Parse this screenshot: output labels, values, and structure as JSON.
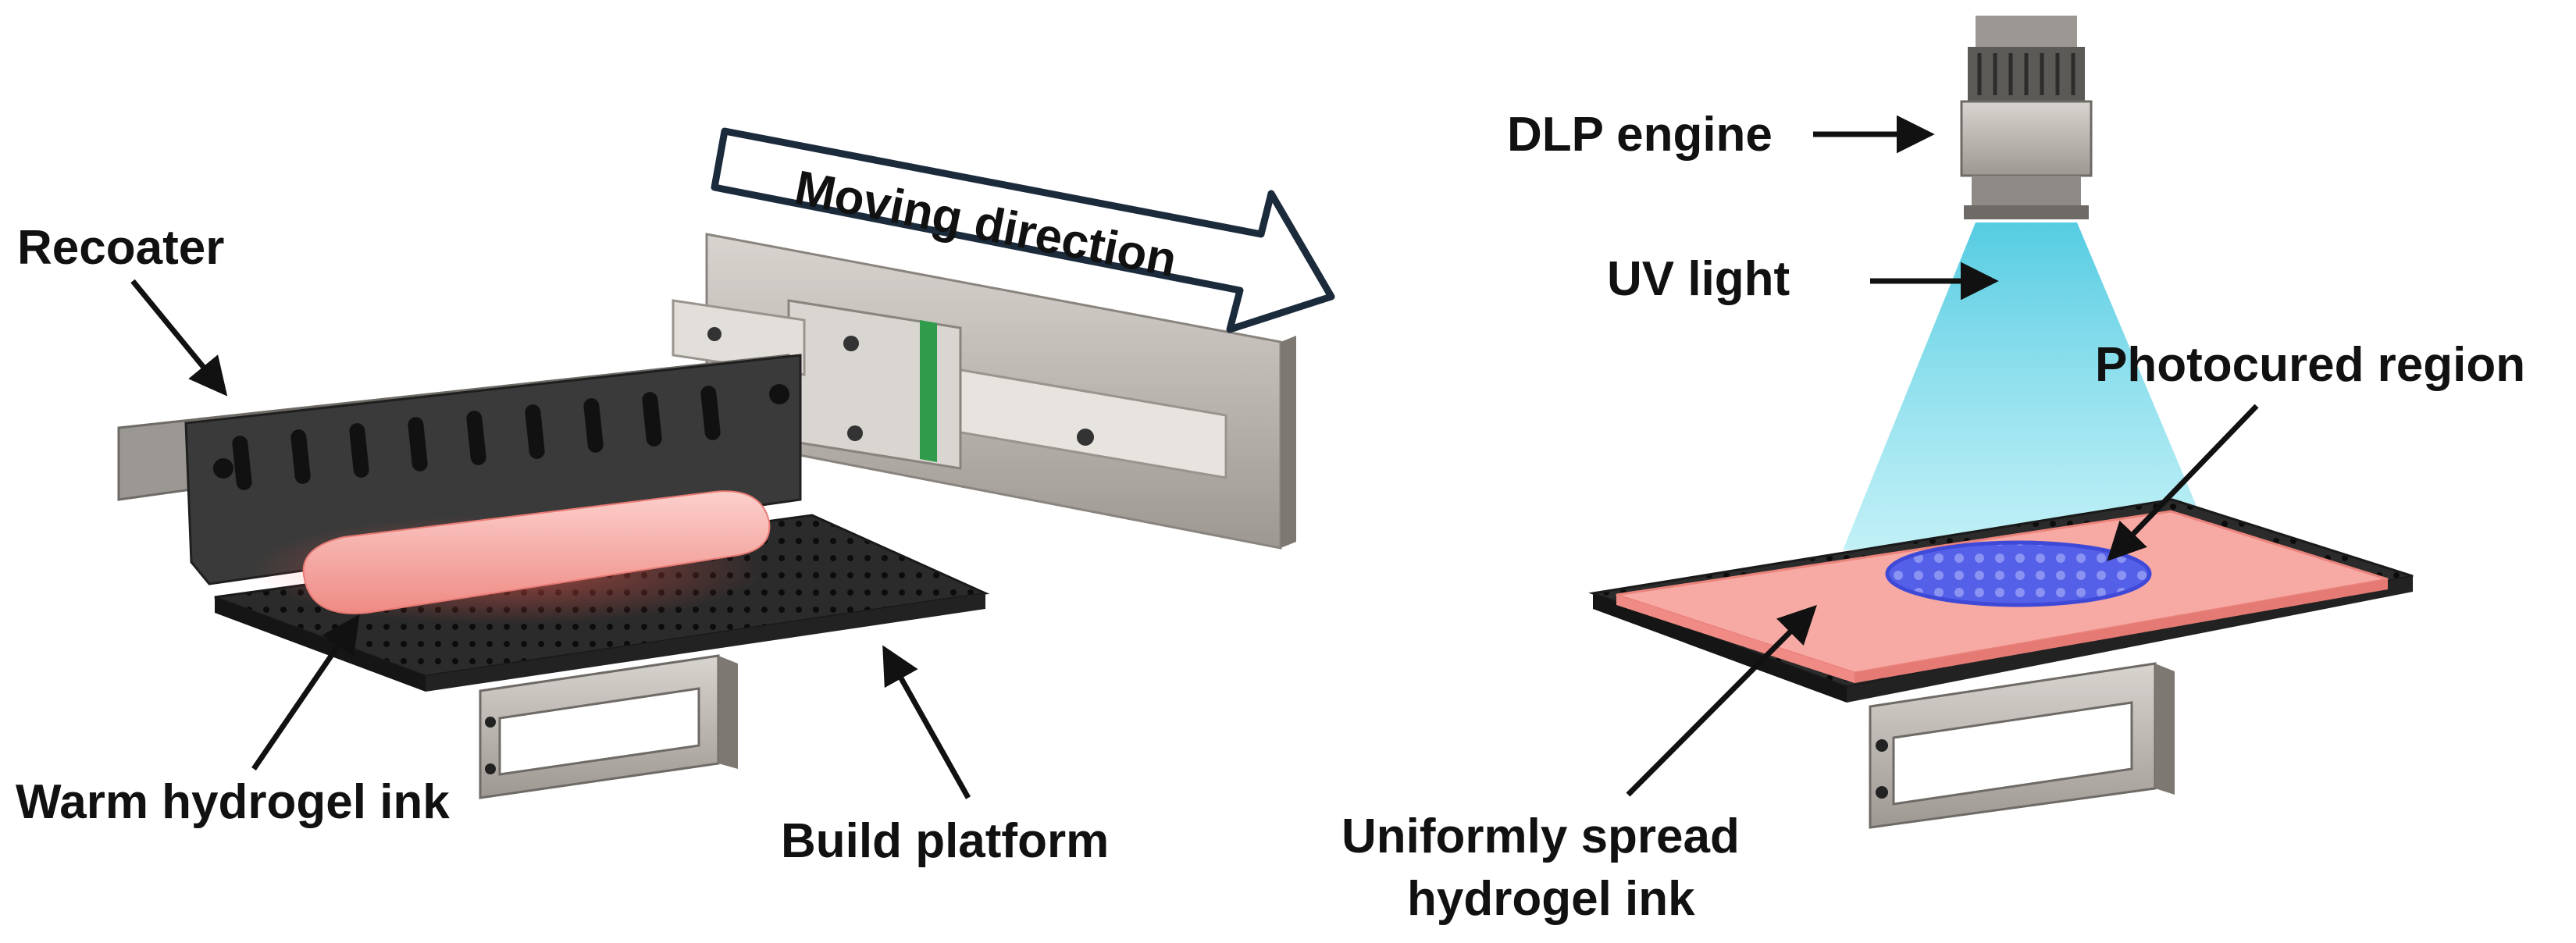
{
  "labels": {
    "recoater": "Recoater",
    "moving_direction": "Moving direction",
    "warm_hydrogel_ink": "Warm hydrogel ink",
    "build_platform": "Build platform",
    "dlp_engine": "DLP engine",
    "uv_light": "UV light",
    "photocured_region": "Photocured region",
    "uniform_ink_line1": "Uniformly spread",
    "uniform_ink_line2": "hydrogel ink"
  },
  "colors": {
    "hydrogel_ink": "#f7a9a3",
    "uv_light": "#5fd3e6",
    "photocured_region": "#5560e8",
    "platform": "#2b2b2b",
    "metal": "#b7b2ad",
    "text": "#111111"
  }
}
